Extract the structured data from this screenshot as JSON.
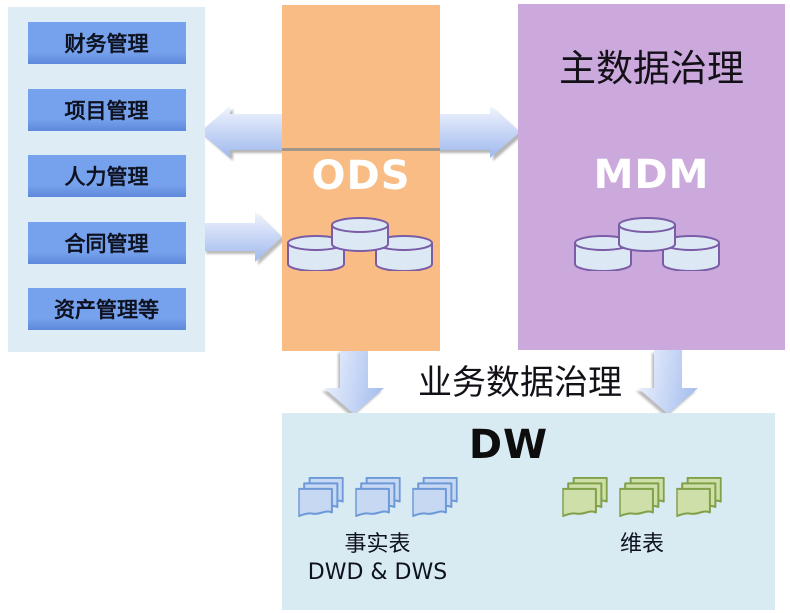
{
  "palette": {
    "page_bg": "#ffffff",
    "panel_bg": "#deedf5",
    "module_box_top": "#76a1ec",
    "module_box_bottom": "#5e88da",
    "module_text": "#0e1220",
    "ods_bg": "#f8bc84",
    "mdm_bg": "#cba9dc",
    "dw_bg": "#d9ebf2",
    "arrow_light": "#eff4fd",
    "arrow_dark": "#9fb9ed",
    "shadow_gray": "#8c8c8c",
    "cylinder_fill": "#dce9f4",
    "cylinder_stroke": "#7b5ca7",
    "fact_doc_fill": "#c7d9f2",
    "fact_doc_stroke": "#6d99d8",
    "dim_doc_fill": "#cfdfa9",
    "dim_doc_stroke": "#81a04a",
    "title_text": "#141018",
    "big_label_text": "#ffffff",
    "dw_label_text": "#0d0d0d"
  },
  "source_panel": {
    "items": [
      "财务管理",
      "项目管理",
      "人力管理",
      "合同管理",
      "资产管理等"
    ]
  },
  "ods": {
    "label": "ODS",
    "icon": "database-cluster"
  },
  "mdm": {
    "title": "主数据治理",
    "label": "MDM",
    "icon": "database-cluster"
  },
  "flow": {
    "label": "业务数据治理"
  },
  "dw": {
    "label": "DW",
    "fact_tables": {
      "name": "事实表",
      "sub": "DWD & DWS",
      "icon": "document-stack",
      "count": 3
    },
    "dim_tables": {
      "name": "维表",
      "icon": "document-stack",
      "count": 3
    }
  }
}
